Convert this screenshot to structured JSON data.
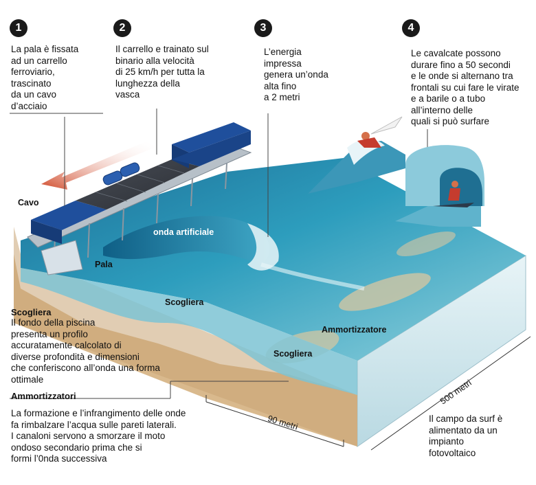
{
  "steps": [
    {
      "number": "1",
      "text": "La pala è fissata\nad un carrello\nferroviario,\ntrascinato\nda un cavo\nd’acciaio"
    },
    {
      "number": "2",
      "text": "Il carrello e trainato sul\nbinario alla velocità\ndi 25 km/h per tutta la\nlunghezza della\nvasca"
    },
    {
      "number": "3",
      "text": "L’energia\nimpressa\ngenera un’onda\nalta fino\na 2 metri"
    },
    {
      "number": "4",
      "text": "Le cavalcate possono\ndurare fino a 50 secondi\ne le onde si alternano tra\nfrontali su cui fare le virate\ne a barile o a tubo\nall’interno delle\nquali si può surfare"
    }
  ],
  "labels": {
    "cavo": "Cavo",
    "pala": "Pala",
    "onda": "onda artificiale",
    "scogliera_center": "Scogliera",
    "scogliera_right": "Scogliera",
    "ammortizzatore": "Ammortizzatore",
    "dim_90": "90 metri",
    "dim_500": "500 metri"
  },
  "notes": {
    "scogliera_title": "Scogliera",
    "scogliera_text": "Il fondo della piscina\npresenta un profilo\naccuratamente calcolato di\ndiverse profondità e dimensioni\nche conferiscono all’onda una forma\nottimale",
    "ammortizzatori_title": "Ammortizzatori",
    "ammortizzatori_text": "La formazione e l’infrangimento delle onde\nfa rimbalzare l’acqua sulle pareti laterali.\nI canaloni servono a smorzare il moto\nondoso secondario prima che si\nformi l’0nda successiva",
    "fotovoltaico_text": "Il campo da surf è\nalimentato da un\nimpianto\nfotovoltaico"
  },
  "colors": {
    "water_light": "#bfe4ea",
    "water_deep": "#1f7fa6",
    "sand": "#d9b98d",
    "sand_dark": "#b98e5f",
    "carriage_blue": "#1f4f9c",
    "arrow_red": "#d04a2a"
  }
}
